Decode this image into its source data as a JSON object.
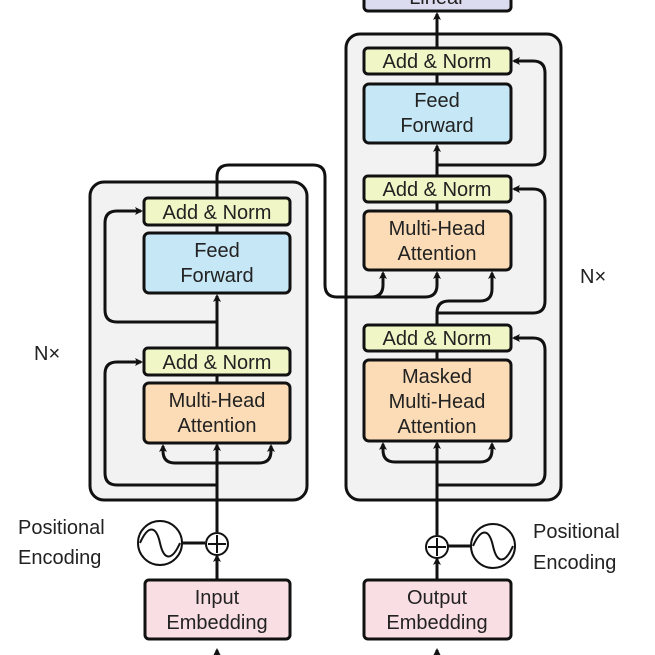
{
  "colors": {
    "stack_bg": "#f2f2f2",
    "add_norm": "#f1f6c6",
    "feed_forward": "#c6e7f6",
    "attention": "#fbdcb6",
    "embedding": "#f9dfe3",
    "linear": "#dcdcf0"
  },
  "encoder": {
    "repeat_label": "N×",
    "add_norm_top": "Add & Norm",
    "feed_forward": [
      "Feed",
      "Forward"
    ],
    "add_norm_bottom": "Add & Norm",
    "attention": [
      "Multi-Head",
      "Attention"
    ],
    "positional_encoding": [
      "Positional",
      "Encoding"
    ],
    "embedding": [
      "Input",
      "Embedding"
    ]
  },
  "decoder": {
    "repeat_label": "N×",
    "linear": "Linear",
    "add_norm_top": "Add & Norm",
    "feed_forward": [
      "Feed",
      "Forward"
    ],
    "add_norm_mid": "Add & Norm",
    "attention": [
      "Multi-Head",
      "Attention"
    ],
    "add_norm_bottom": "Add & Norm",
    "masked_attention": [
      "Masked",
      "Multi-Head",
      "Attention"
    ],
    "positional_encoding": [
      "Positional",
      "Encoding"
    ],
    "embedding": [
      "Output",
      "Embedding"
    ]
  }
}
